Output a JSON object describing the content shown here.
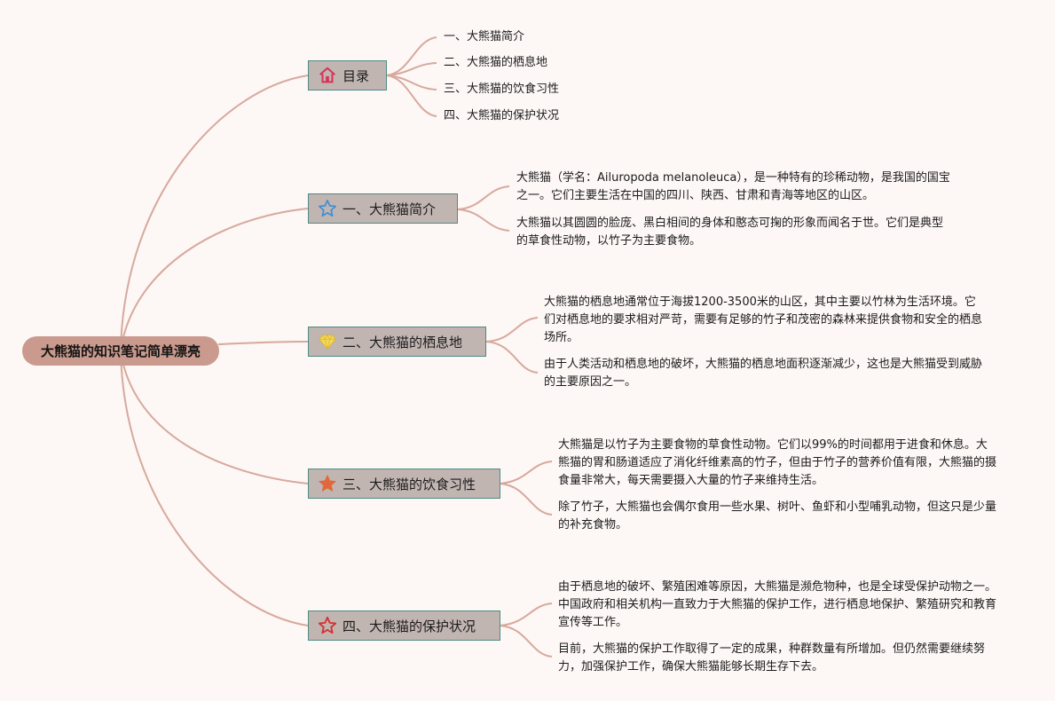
{
  "colors": {
    "background": "#fdf7f6",
    "connector": "#d7a99c",
    "root_fill": "#c99a8d",
    "topic_fill": "#c1b5b2",
    "topic_border": "#4f8b83"
  },
  "root": {
    "label": "大熊猫的知识笔记简单漂亮"
  },
  "topics": [
    {
      "label": "目录",
      "icon": "house-icon",
      "children": [
        "一、大熊猫简介",
        "二、大熊猫的栖息地",
        "三、大熊猫的饮食习性",
        "四、大熊猫的保护状况"
      ]
    },
    {
      "label": "一、大熊猫简介",
      "icon": "star-outline-icon",
      "children": [
        "大熊猫（学名：Ailuropoda melanoleuca），是一种特有的珍稀动物，是我国的国宝之一。它们主要生活在中国的四川、陕西、甘肃和青海等地区的山区。",
        "大熊猫以其圆圆的脸庞、黑白相间的身体和憨态可掬的形象而闻名于世。它们是典型的草食性动物，以竹子为主要食物。"
      ]
    },
    {
      "label": "二、大熊猫的栖息地",
      "icon": "diamond-icon",
      "children": [
        "大熊猫的栖息地通常位于海拔1200-3500米的山区，其中主要以竹林为生活环境。它们对栖息地的要求相对严苛，需要有足够的竹子和茂密的森林来提供食物和安全的栖息场所。",
        "由于人类活动和栖息地的破坏，大熊猫的栖息地面积逐渐减少，这也是大熊猫受到威胁的主要原因之一。"
      ]
    },
    {
      "label": "三、大熊猫的饮食习性",
      "icon": "star-filled-icon",
      "children": [
        "大熊猫是以竹子为主要食物的草食性动物。它们以99%的时间都用于进食和休息。大熊猫的胃和肠道适应了消化纤维素高的竹子，但由于竹子的营养价值有限，大熊猫的摄食量非常大，每天需要摄入大量的竹子来维持生活。",
        "除了竹子，大熊猫也会偶尔食用一些水果、树叶、鱼虾和小型哺乳动物，但这只是少量的补充食物。"
      ]
    },
    {
      "label": "四、大熊猫的保护状况",
      "icon": "star-red-outline-icon",
      "children": [
        "由于栖息地的破坏、繁殖困难等原因，大熊猫是濒危物种，也是全球受保护动物之一。中国政府和相关机构一直致力于大熊猫的保护工作，进行栖息地保护、繁殖研究和教育宣传等工作。",
        "目前，大熊猫的保护工作取得了一定的成果，种群数量有所增加。但仍然需要继续努力，加强保护工作，确保大熊猫能够长期生存下去。"
      ]
    }
  ]
}
